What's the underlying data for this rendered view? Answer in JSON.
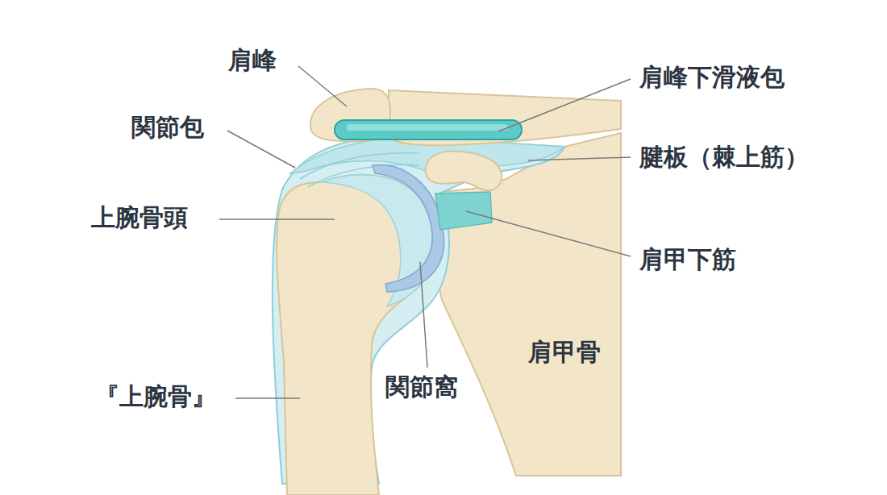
{
  "diagram": {
    "labels": [
      "肩峰",
      "関節包",
      "上腕骨頭",
      "『上腕骨』",
      "肩峰下滑液包",
      "腱板（棘上筋）",
      "肩甲下筋",
      "関節窩",
      "肩甲骨"
    ]
  }
}
